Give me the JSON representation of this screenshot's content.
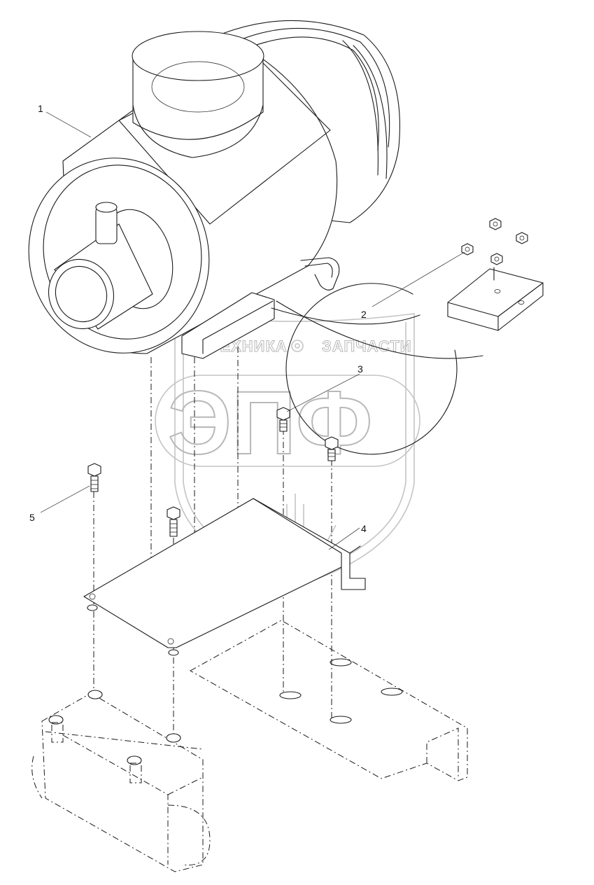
{
  "callouts": [
    {
      "id": "1",
      "label": "1"
    },
    {
      "id": "2",
      "label": "2"
    },
    {
      "id": "3",
      "label": "3"
    },
    {
      "id": "4",
      "label": "4"
    },
    {
      "id": "5",
      "label": "5"
    }
  ],
  "watermark": {
    "left_word": "ТЕХНИКА",
    "right_word": "ЗАПЧАСТИ",
    "logo": "ЭПФ"
  }
}
